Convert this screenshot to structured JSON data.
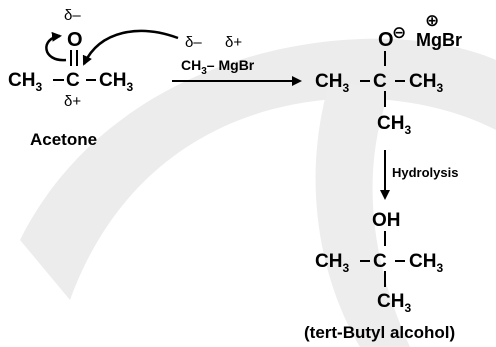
{
  "acetone": {
    "delta_minus": "δ–",
    "oxygen": "O",
    "ch3_left": "CH",
    "ch3_left_sub": "3",
    "carbon": "C",
    "ch3_right": "CH",
    "ch3_right_sub": "3",
    "delta_plus": "δ+",
    "name": "Acetone"
  },
  "reagent": {
    "delta_minus": "δ–",
    "delta_plus": "δ+",
    "ch3": "CH",
    "ch3_sub": "3",
    "mgbr": "MgBr"
  },
  "intermediate": {
    "oxygen": "O",
    "minus_charge": "⊖",
    "plus_charge": "⊕",
    "mgbr": "MgBr",
    "ch3_left": "CH",
    "ch3_left_sub": "3",
    "carbon": "C",
    "ch3_right": "CH",
    "ch3_right_sub": "3",
    "ch3_bottom": "CH",
    "ch3_bottom_sub": "3"
  },
  "hydrolysis": {
    "label": "Hydrolysis"
  },
  "product": {
    "oh": "OH",
    "ch3_left": "CH",
    "ch3_left_sub": "3",
    "carbon": "C",
    "ch3_right": "CH",
    "ch3_right_sub": "3",
    "ch3_bottom": "CH",
    "ch3_bottom_sub": "3",
    "name": "(tert-Butyl alcohol)"
  },
  "colors": {
    "background": "#ffffff",
    "watermark": "#e6e6e6",
    "ink": "#000000"
  }
}
